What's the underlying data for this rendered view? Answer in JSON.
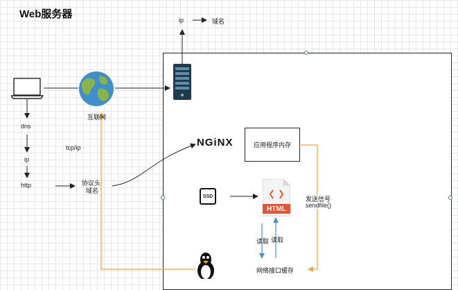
{
  "title": "Web服务器",
  "labels": {
    "ip_top": "ip",
    "domain_top": "域名",
    "internet": "互联网",
    "dns": "dns",
    "ip_left": "ip",
    "http": "http",
    "tcp_ip": "tcp/ip",
    "protocol_head": "协议头",
    "protocol_domain": "域名",
    "nginx": "NGiNX",
    "app_memory": "应用程序内存",
    "send_signal": "发送信号",
    "sendfile": "sendfile()",
    "ssd": "SSD",
    "html": "HTML",
    "read1": "读取",
    "read2": "读取",
    "nic_cache": "网络接口缓存"
  },
  "colors": {
    "orange": "#f2a33a",
    "blue": "#4a90d9",
    "server_dark": "#1f3a4d",
    "html_red": "#e4553a"
  },
  "icons": [
    "laptop-icon",
    "globe-icon",
    "server-icon",
    "ssd-icon",
    "html-file-icon",
    "linux-penguin-icon"
  ]
}
